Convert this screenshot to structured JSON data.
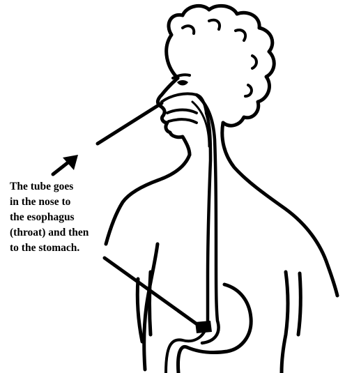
{
  "caption": {
    "lines": [
      "The tube goes",
      "in the nose to",
      "the esophagus",
      "(throat) and then",
      "to the stomach."
    ]
  },
  "colors": {
    "ink": "#000000",
    "background": "#ffffff"
  }
}
